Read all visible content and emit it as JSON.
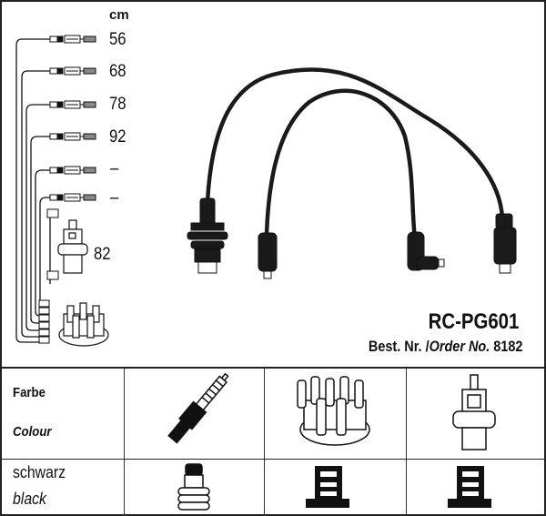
{
  "legend": {
    "unit": "cm",
    "lengths": [
      "56",
      "68",
      "78",
      "92",
      "–",
      "–"
    ],
    "coil_length": "82"
  },
  "product": {
    "model": "RC-PG601",
    "order_label_de": "Best. Nr.",
    "order_separator": "/",
    "order_label_en": "Order No.",
    "order_number": "8182"
  },
  "table": {
    "header_de": "Farbe",
    "header_en": "Colour",
    "colour_de": "schwarz",
    "colour_en": "black",
    "columns": [
      "spark-plug",
      "distributor-cap",
      "ignition-coil"
    ]
  }
}
